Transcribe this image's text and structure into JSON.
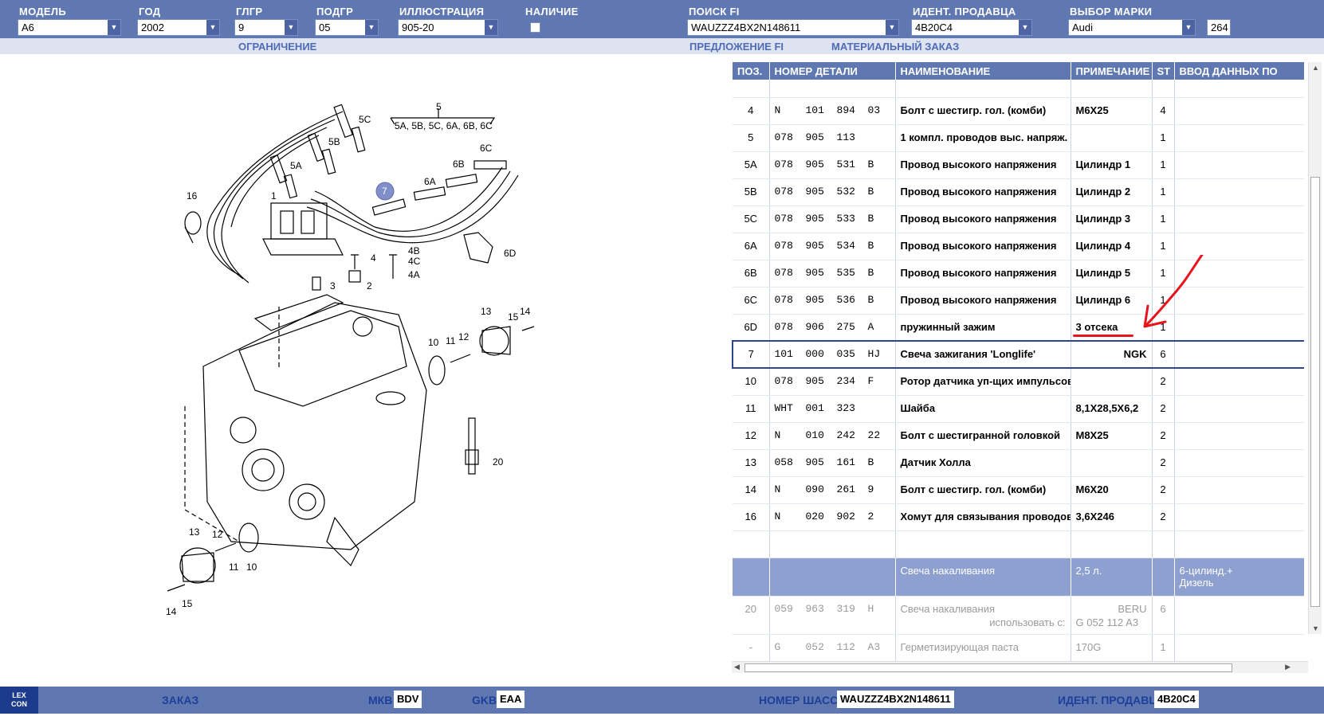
{
  "filters": {
    "model": {
      "label": "МОДЕЛЬ",
      "value": "A6"
    },
    "year": {
      "label": "ГОД",
      "value": "2002"
    },
    "glgr": {
      "label": "ГЛГР",
      "value": "9"
    },
    "podgr": {
      "label": "ПОДГР",
      "value": "05"
    },
    "illustration": {
      "label": "ИЛЛЮСТРАЦИЯ",
      "value": "905-20"
    },
    "availability": {
      "label": "НАЛИЧИЕ"
    },
    "search_fi": {
      "label": "ПОИСК FI",
      "value": "WAUZZZ4BX2N148611"
    },
    "seller_id": {
      "label": "ИДЕНТ. ПРОДАВЦА",
      "value": "4B20C4"
    },
    "brand": {
      "label": "ВЫБОР МАРКИ",
      "value": "Audi"
    },
    "brand_code": "264"
  },
  "sublinks": {
    "restriction": "ОГРАНИЧЕНИЕ",
    "offer_fi": "ПРЕДЛОЖЕНИЕ FI",
    "material_order": "МАТЕРИАЛЬНЫЙ ЗАКАЗ"
  },
  "diagram": {
    "callouts": [
      "5",
      "5A, 5B, 5C, 6A, 6B, 6C",
      "5C",
      "5B",
      "5A",
      "6C",
      "6B",
      "6A",
      "7",
      "16",
      "1",
      "6D",
      "4",
      "4B",
      "4C",
      "4A",
      "3",
      "2",
      "13",
      "15",
      "14",
      "10",
      "11",
      "12",
      "20",
      "13",
      "12",
      "11",
      "10",
      "14",
      "15"
    ]
  },
  "table": {
    "headers": [
      "ПОЗ.",
      "НОМЕР ДЕТАЛИ",
      "НАИМЕНОВАНИЕ",
      "ПРИМЕЧАНИЕ",
      "ST",
      "ВВОД ДАННЫХ ПО"
    ],
    "rows": [
      {
        "pos": "4",
        "num": "N    101  894  03",
        "name": "Болт с шестигр. гол. (комби)",
        "note": "M6X25",
        "st": "4"
      },
      {
        "pos": "5",
        "num": "078  905  113",
        "name": "1 компл. проводов выс. напряж.",
        "note": "",
        "st": "1"
      },
      {
        "pos": "5A",
        "num": "078  905  531  B",
        "name": "Провод высокого напряжения",
        "note": "Цилиндр 1",
        "st": "1"
      },
      {
        "pos": "5B",
        "num": "078  905  532  B",
        "name": "Провод высокого напряжения",
        "note": "Цилиндр 2",
        "st": "1"
      },
      {
        "pos": "5C",
        "num": "078  905  533  B",
        "name": "Провод высокого напряжения",
        "note": "Цилиндр 3",
        "st": "1"
      },
      {
        "pos": "6A",
        "num": "078  905  534  B",
        "name": "Провод высокого напряжения",
        "note": "Цилиндр 4",
        "st": "1"
      },
      {
        "pos": "6B",
        "num": "078  905  535  B",
        "name": "Провод высокого напряжения",
        "note": "Цилиндр 5",
        "st": "1"
      },
      {
        "pos": "6C",
        "num": "078  905  536  B",
        "name": "Провод высокого напряжения",
        "note": "Цилиндр 6",
        "st": "1"
      },
      {
        "pos": "6D",
        "num": "078  906  275  A",
        "name": "пружинный зажим",
        "note": "3 отсека",
        "st": "1"
      },
      {
        "pos": "7",
        "num": "101  000  035  HJ",
        "name": "Свеча зажигания 'Longlife'",
        "note": "NGK",
        "st": "6"
      },
      {
        "pos": "10",
        "num": "078  905  234  F",
        "name": "Ротор датчика уп-щих импульсов",
        "note": "",
        "st": "2"
      },
      {
        "pos": "11",
        "num": "WHT  001  323",
        "name": "Шайба",
        "note": "8,1X28,5X6,2",
        "st": "2"
      },
      {
        "pos": "12",
        "num": "N    010  242  22",
        "name": "Болт с шестигранной головкой",
        "note": "M8X25",
        "st": "2"
      },
      {
        "pos": "13",
        "num": "058  905  161  B",
        "name": "Датчик Холла",
        "note": "",
        "st": "2"
      },
      {
        "pos": "14",
        "num": "N    090  261  9",
        "name": "Болт с шестигр. гол. (комби)",
        "note": "M6X20",
        "st": "2"
      },
      {
        "pos": "16",
        "num": "N    020  902  2",
        "name": "Хомут для связывания проводов",
        "note": "3,6X246",
        "st": "2"
      }
    ],
    "group_row": {
      "name": "Свеча накаливания",
      "note": "2,5 л.",
      "extra_line1": "6-цилинд.+",
      "extra_line2": "Дизель"
    },
    "gray_rows": [
      {
        "pos": "20",
        "num": "059  963  319  H",
        "name": "Свеча накаливания",
        "name_sub": "использовать с:",
        "note": "BERU",
        "note_sub": "G 052 112 A3",
        "st": "6"
      },
      {
        "pos": "-",
        "num": "G    052  112  A3",
        "name": "Герметизирующая паста",
        "note": "170G",
        "st": "1"
      }
    ]
  },
  "bottom": {
    "logo_line1": "LEX",
    "logo_line2": "CON",
    "order": "ЗАКАЗ",
    "mkb_label": "МКВ",
    "mkb_value": "BDV",
    "gkb_label": "GKB",
    "gkb_value": "EAA",
    "chassis_label": "НОМЕР ШАССИ",
    "chassis_value": "WAUZZZ4BX2N148611",
    "seller_label": "ИДЕНТ. ПРОДАВЦА",
    "seller_value": "4B20C4"
  },
  "colors": {
    "header_blue": "#5f78b2",
    "selection_border": "#2d4590",
    "annotation_red": "#e8141c",
    "callout_7_fill": "#7f8fca"
  }
}
